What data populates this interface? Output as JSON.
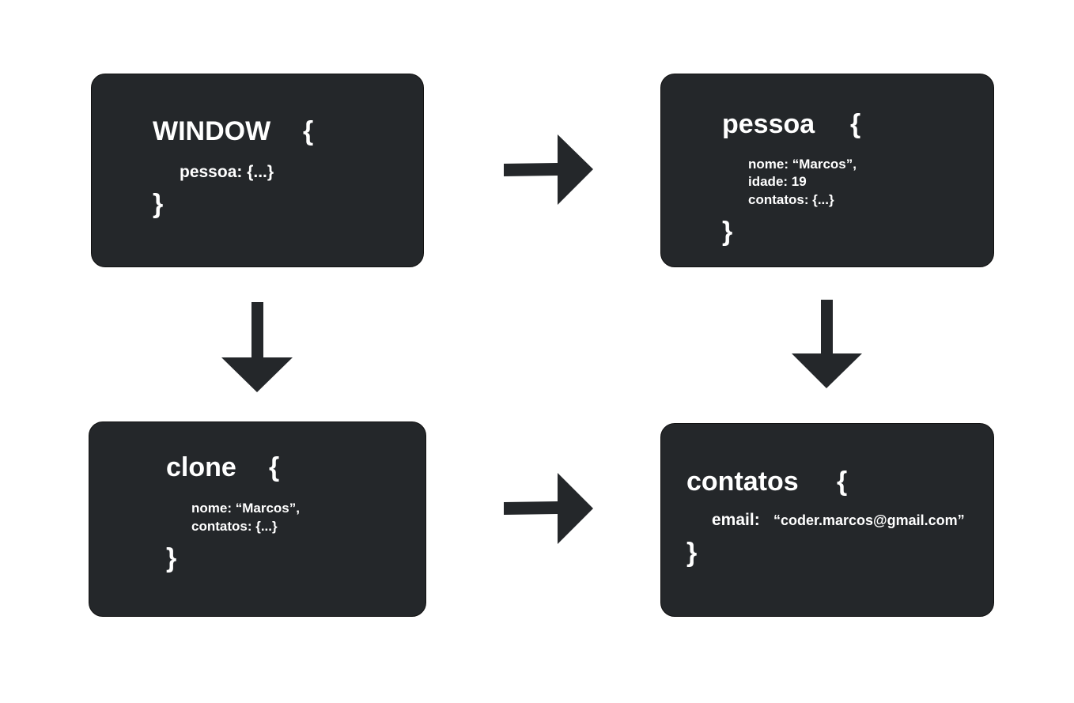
{
  "colors": {
    "box": "#24272a",
    "arrow": "#24272a",
    "text": "#ffffff",
    "background": "#ffffff"
  },
  "boxes": {
    "window": {
      "title": "WINDOW",
      "open": "{",
      "lines": [
        "pessoa: {...}"
      ],
      "close": "}"
    },
    "pessoa": {
      "title": "pessoa",
      "open": "{",
      "lines": [
        "nome: “Marcos”,",
        "idade: 19",
        "contatos: {...}"
      ],
      "close": "}"
    },
    "clone": {
      "title": "clone",
      "open": "{",
      "lines": [
        "nome: “Marcos”,",
        "contatos: {...}"
      ],
      "close": "}"
    },
    "contatos": {
      "title": "contatos",
      "open": "{",
      "key": "email:",
      "value": "“coder.marcos@gmail.com”",
      "close": "}"
    }
  },
  "arrows": [
    {
      "from": "window",
      "to": "pessoa",
      "direction": "right"
    },
    {
      "from": "window",
      "to": "clone",
      "direction": "down"
    },
    {
      "from": "pessoa",
      "to": "contatos",
      "direction": "down"
    },
    {
      "from": "clone",
      "to": "contatos",
      "direction": "right"
    }
  ]
}
